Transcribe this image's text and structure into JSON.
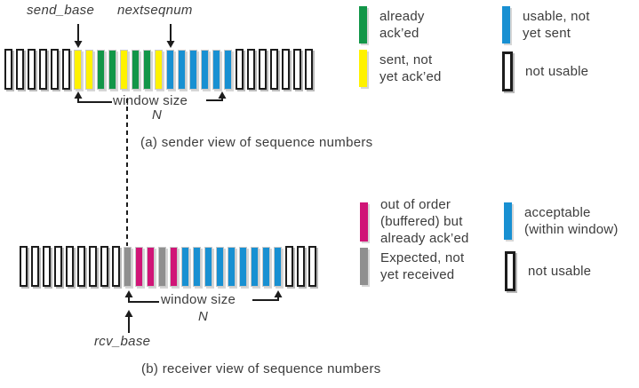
{
  "colors": {
    "green": "#129648",
    "yellow": "#FFF200",
    "blue": "#1890D2",
    "magenta": "#D01577",
    "gray": "#8F8F8F",
    "white": "#FFFFFF",
    "outline": "#1c1c1c",
    "text": "#3c3c3c"
  },
  "sender": {
    "send_base_label": "send_base",
    "nextseqnum_label": "nextseqnum",
    "window_size_label": "window size",
    "window_n_label": "N",
    "caption": "(a) sender view of sequence numbers",
    "bars": [
      "white",
      "white",
      "white",
      "white",
      "white",
      "white",
      "yellow",
      "yellow",
      "green",
      "green",
      "yellow",
      "green",
      "green",
      "yellow",
      "blue",
      "blue",
      "blue",
      "blue",
      "blue",
      "blue",
      "white",
      "white",
      "white",
      "white",
      "white",
      "white",
      "white"
    ],
    "legend": [
      {
        "color": "green",
        "label": "already\nack’ed"
      },
      {
        "color": "blue",
        "label": "usable, not\nyet sent"
      },
      {
        "color": "yellow",
        "label": "sent, not\nyet ack’ed"
      },
      {
        "color": "white",
        "label": "not usable"
      }
    ]
  },
  "receiver": {
    "rcv_base_label": "rcv_base",
    "window_size_label": "window size",
    "window_n_label": "N",
    "caption": "(b) receiver view of sequence numbers",
    "bars": [
      "white",
      "white",
      "white",
      "white",
      "white",
      "white",
      "white",
      "white",
      "white",
      "gray",
      "magenta",
      "magenta",
      "gray",
      "magenta",
      "blue",
      "blue",
      "blue",
      "blue",
      "blue",
      "blue",
      "blue",
      "blue",
      "blue",
      "white",
      "white",
      "white"
    ],
    "legend": [
      {
        "color": "magenta",
        "label": "out of order\n(buffered) but\nalready ack’ed"
      },
      {
        "color": "blue",
        "label": "acceptable\n(within window)"
      },
      {
        "color": "gray",
        "label": "Expected,  not\nyet received"
      },
      {
        "color": "white",
        "label": "not usable"
      }
    ]
  }
}
